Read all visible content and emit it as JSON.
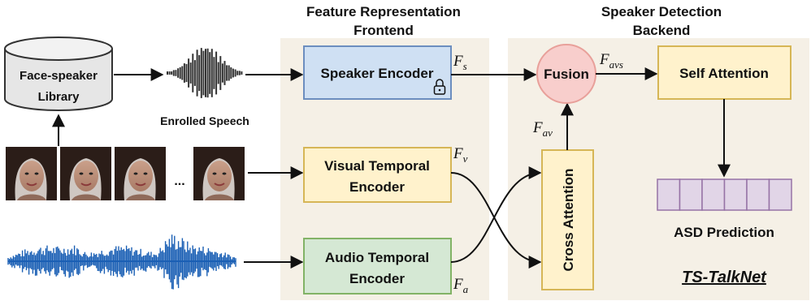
{
  "sections": {
    "frontend_title_line1": "Feature Representation",
    "frontend_title_line2": "Frontend",
    "backend_title_line1": "Speaker Detection",
    "backend_title_line2": "Backend"
  },
  "library": {
    "line1": "Face-speaker",
    "line2": "Library"
  },
  "enrolled_label": "Enrolled Speech",
  "ellipsis": "...",
  "blocks": {
    "speaker_encoder": "Speaker Encoder",
    "visual_line1": "Visual Temporal",
    "visual_line2": "Encoder",
    "audio_line1": "Audio Temporal",
    "audio_line2": "Encoder",
    "fusion": "Fusion",
    "self_attention": "Self Attention",
    "cross_attention": "Cross Attention"
  },
  "variables": {
    "fs": {
      "base": "F",
      "sub": "s"
    },
    "fv": {
      "base": "F",
      "sub": "v"
    },
    "fa": {
      "base": "F",
      "sub": "a"
    },
    "fav": {
      "base": "F",
      "sub": "av"
    },
    "favs": {
      "base": "F",
      "sub": "avs"
    }
  },
  "prediction_label": "ASD Prediction",
  "model_name": "TS-TalkNet",
  "colors": {
    "frontend_bg": "#f5f0e6",
    "speaker_fill": "#cfe0f3",
    "speaker_stroke": "#6c8ebf",
    "visual_fill": "#fff2cc",
    "visual_stroke": "#d6b656",
    "audio_fill": "#d5e8d4",
    "audio_stroke": "#82b366",
    "fusion_fill": "#f8cecc",
    "fusion_stroke": "#e8a09a",
    "prediction_fill": "#e1d5e7",
    "prediction_stroke": "#9673a6",
    "waveform": "#1a5fb4"
  },
  "icons": [
    "database-icon",
    "enrolled-waveform-icon",
    "lock-icon",
    "face-frame-image",
    "audio-waveform-icon"
  ]
}
